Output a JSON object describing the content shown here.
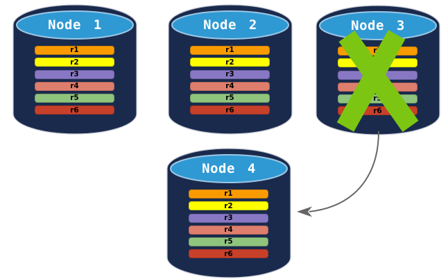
{
  "diagram": {
    "nodes": [
      {
        "label": "Node 1",
        "status": "active"
      },
      {
        "label": "Node 2",
        "status": "active"
      },
      {
        "label": "Node 3",
        "status": "failed"
      },
      {
        "label": "Node 4",
        "status": "active"
      }
    ],
    "rows": [
      {
        "label": "r1",
        "color": "#F99B00"
      },
      {
        "label": "r2",
        "color": "#FFFF00"
      },
      {
        "label": "r3",
        "color": "#8878C4"
      },
      {
        "label": "r4",
        "color": "#DE7E6C"
      },
      {
        "label": "r5",
        "color": "#8FC47D"
      },
      {
        "label": "r6",
        "color": "#C8402A"
      }
    ],
    "failure_mark": {
      "node": "Node 3",
      "symbol": "X",
      "color": "#7CC513"
    },
    "arrow": {
      "from": "Node 3",
      "to": "Node 4",
      "color": "#666666"
    },
    "colors": {
      "cylinder_body": "#1A2A4D",
      "cylinder_top": "#2F99D3",
      "cylinder_top_stroke": "#9BC7E4",
      "cylinder_outline": "#C4C9D2",
      "node_title_text": "#FFFFFF",
      "row_label_text": "#000000"
    }
  }
}
